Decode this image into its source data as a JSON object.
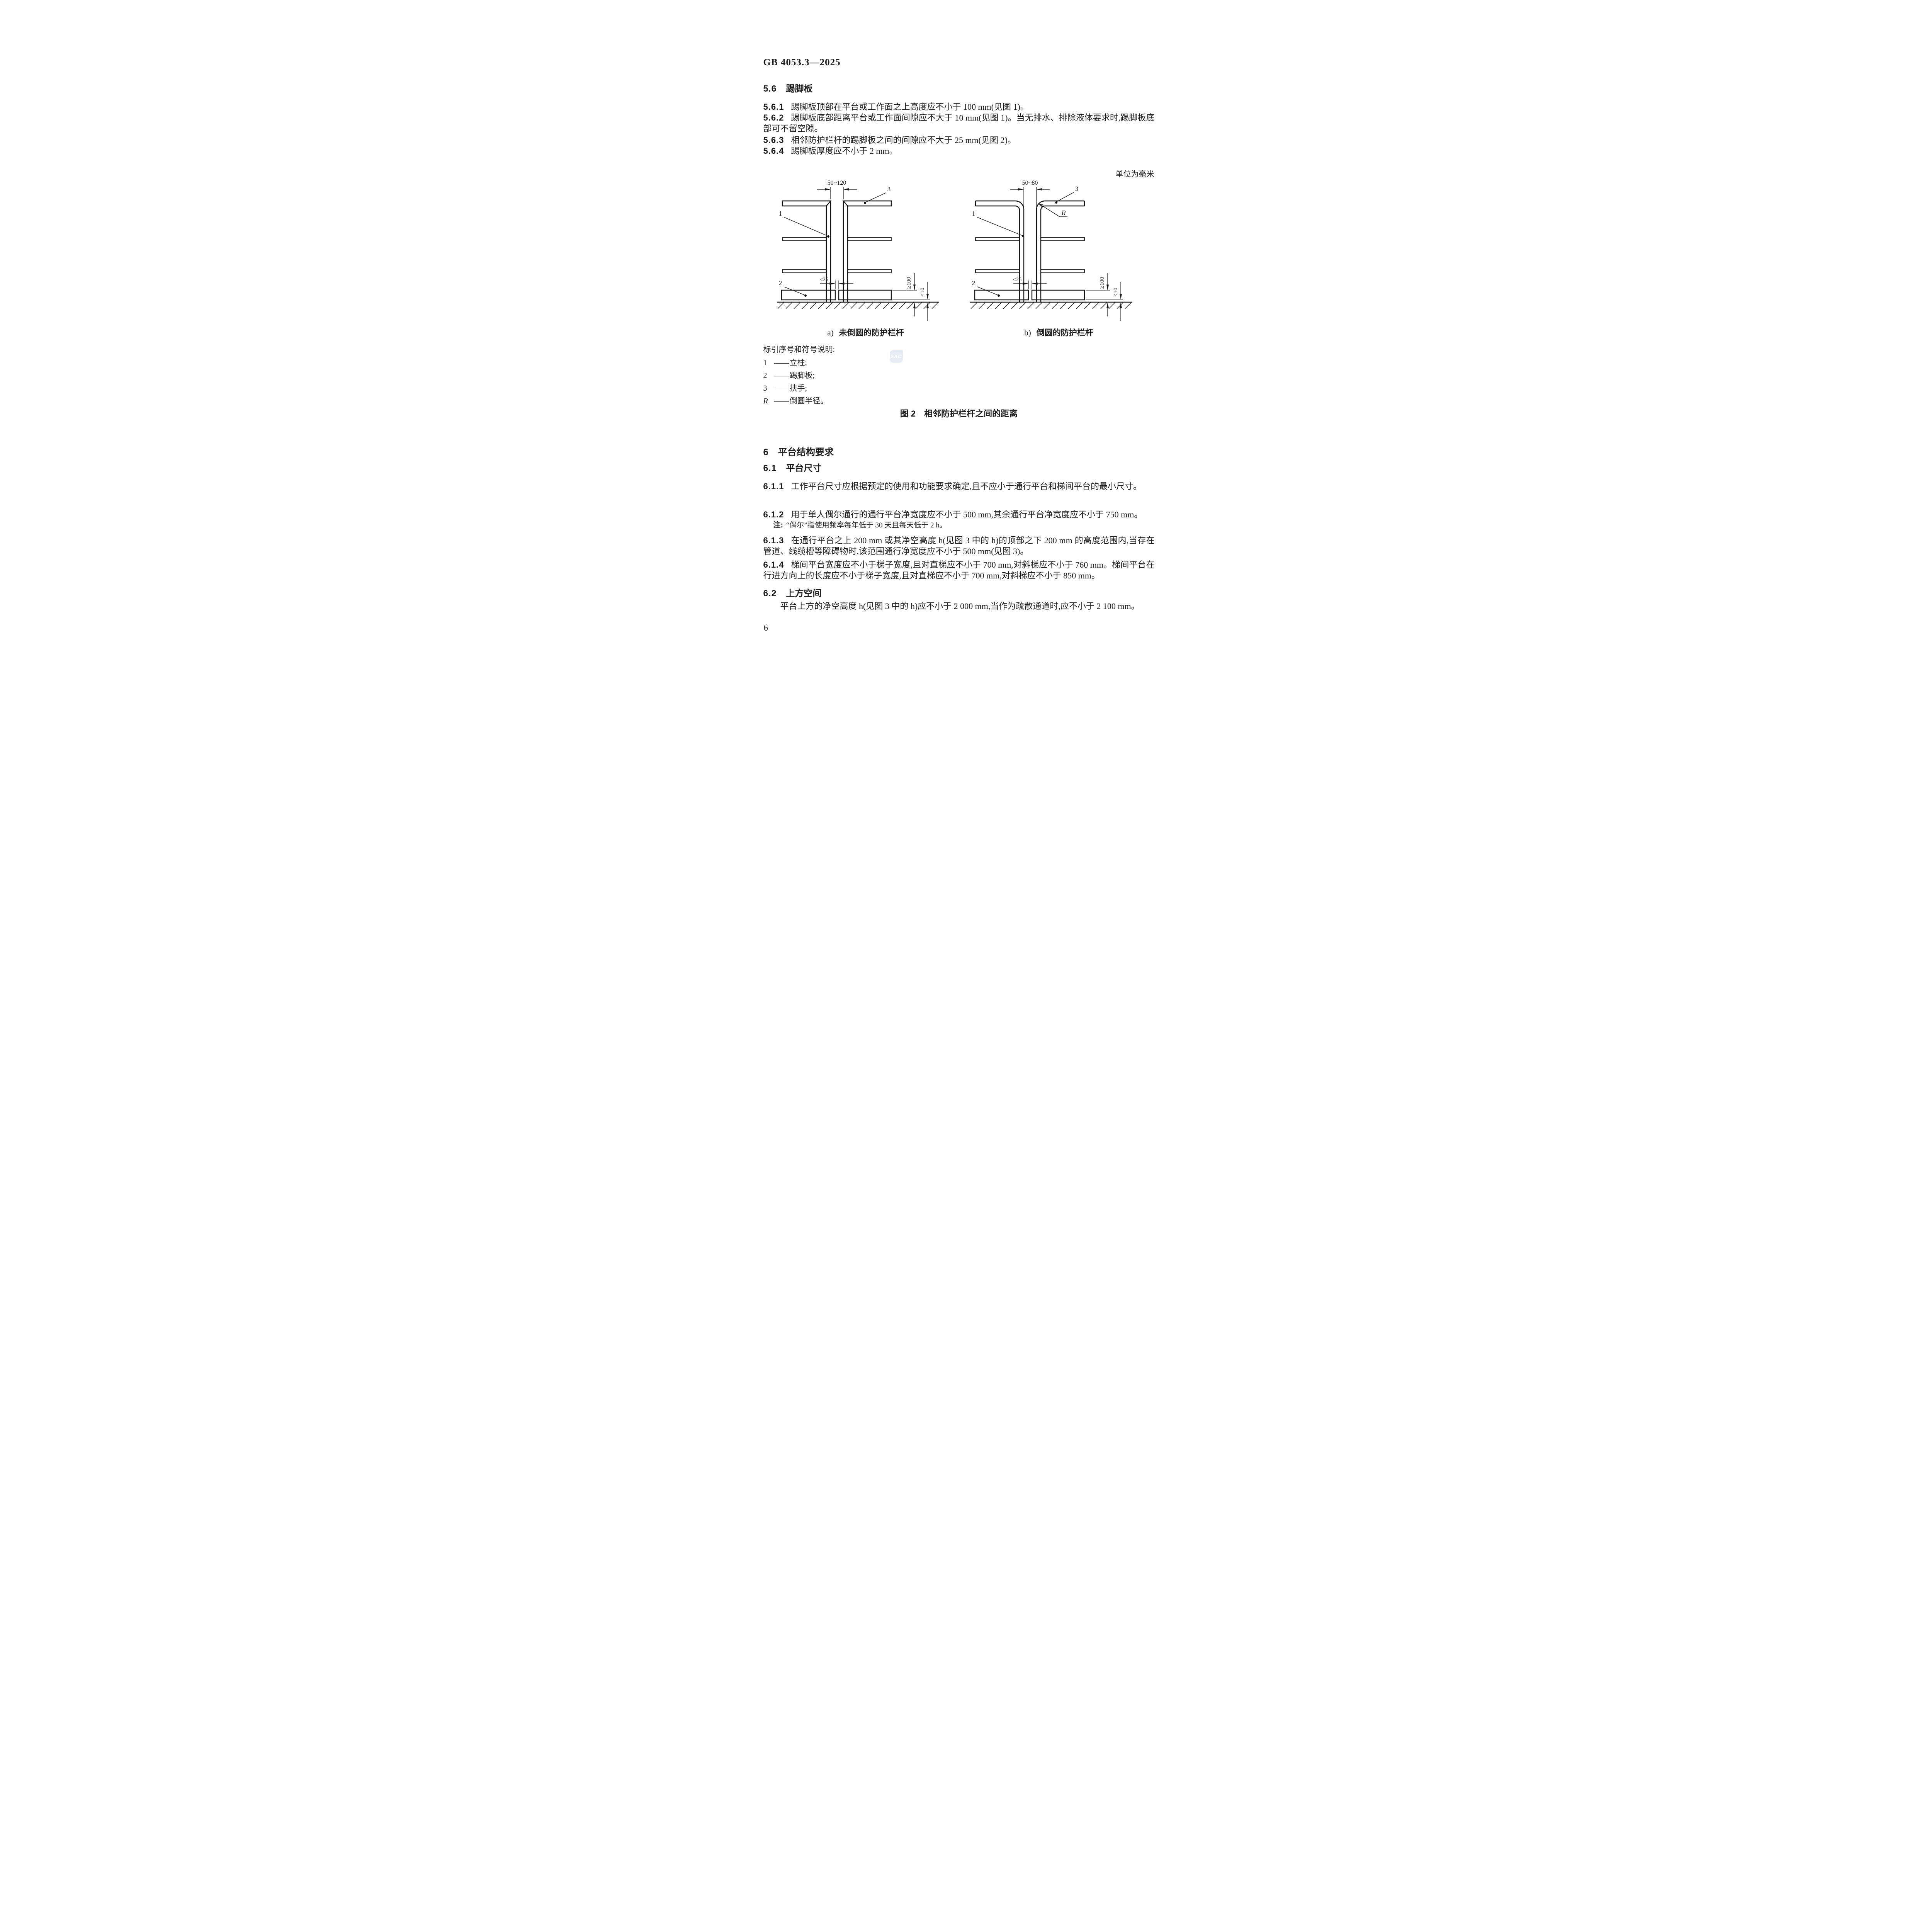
{
  "page": {
    "standard_code": "GB 4053.3—2025",
    "unit_note": "单位为毫米",
    "page_number": "6",
    "watermark": "SAC"
  },
  "sec56": {
    "no": "5.6",
    "title": "踢脚板",
    "items": [
      {
        "no": "5.6.1",
        "text": "踢脚板顶部在平台或工作面之上高度应不小于 100 mm(见图 1)。"
      },
      {
        "no": "5.6.2",
        "text": "踢脚板底部距离平台或工作面间隙应不大于 10 mm(见图 1)。当无排水、排除液体要求时,踢脚板底部可不留空隙。"
      },
      {
        "no": "5.6.3",
        "text": "相邻防护栏杆的踢脚板之间的间隙应不大于 25 mm(见图 2)。"
      },
      {
        "no": "5.6.4",
        "text": "踢脚板厚度应不小于 2 mm。"
      }
    ]
  },
  "figure": {
    "no": "图 2",
    "title": "相邻防护栏杆之间的距离",
    "legend_heading": "标引序号和符号说明:",
    "legend_dash": "——",
    "legend": [
      {
        "sym": "1",
        "label": "立柱;"
      },
      {
        "sym": "2",
        "label": "踢脚板;"
      },
      {
        "sym": "3",
        "label": "扶手;"
      },
      {
        "sym": "R",
        "label": "倒圆半径。"
      }
    ],
    "subfig_a": {
      "letter": "a)",
      "caption": "未倒圆的防护栏杆",
      "dim_top": "50~120",
      "dim_gap": "≤25",
      "dim_height": "≥100",
      "dim_clear": "≤10",
      "label_post": "1",
      "label_toeboard": "2",
      "label_handrail": "3"
    },
    "subfig_b": {
      "letter": "b)",
      "caption": "倒圆的防护栏杆",
      "dim_top": "50~80",
      "dim_gap": "≤25",
      "dim_height": "≥100",
      "dim_clear": "≤10",
      "label_post": "1",
      "label_toeboard": "2",
      "label_handrail": "3",
      "label_radius": "R"
    }
  },
  "sec6": {
    "no": "6",
    "title": "平台结构要求",
    "sec61": {
      "no": "6.1",
      "title": "平台尺寸",
      "items": [
        {
          "no": "6.1.1",
          "text": "工作平台尺寸应根据预定的使用和功能要求确定,且不应小于通行平台和梯间平台的最小尺寸。"
        },
        {
          "no": "6.1.2",
          "text": "用于单人偶尔通行的通行平台净宽度应不小于 500 mm,其余通行平台净宽度应不小于 750 mm。"
        },
        {
          "no": "6.1.3",
          "text": "在通行平台之上 200 mm 或其净空高度 h(见图 3 中的 h)的顶部之下 200 mm 的高度范围内,当存在管道、线缆槽等障碍物时,该范围通行净宽度应不小于 500 mm(见图 3)。"
        },
        {
          "no": "6.1.4",
          "text": "梯间平台宽度应不小于梯子宽度,且对直梯应不小于 700 mm,对斜梯应不小于 760 mm。梯间平台在行进方向上的长度应不小于梯子宽度,且对直梯应不小于 700 mm,对斜梯应不小于 850 mm。"
        }
      ],
      "note": {
        "prefix": "注:",
        "text": "“偶尔”指使用频率每年低于 30 天且每天低于 2 h。"
      }
    },
    "sec62": {
      "no": "6.2",
      "title": "上方空间",
      "text": "平台上方的净空高度 h(见图 3 中的 h)应不小于 2 000 mm,当作为疏散通道时,应不小于 2 100 mm。"
    }
  }
}
